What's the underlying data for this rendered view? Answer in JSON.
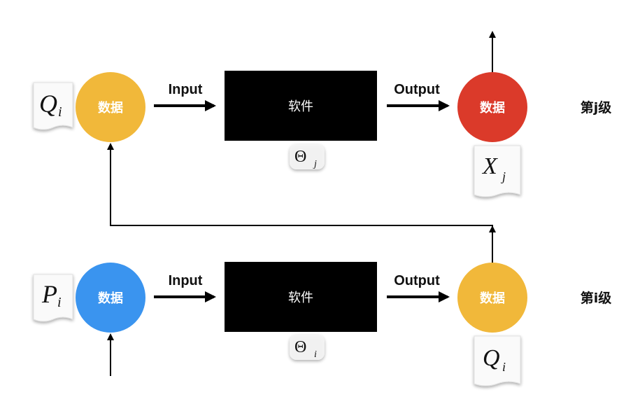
{
  "colors": {
    "data_yellow": "#F1B83A",
    "data_red": "#DB3A2A",
    "data_blue": "#3A94EF",
    "software_box": "#000000",
    "arrow": "#000000"
  },
  "top_row": {
    "input_tag": {
      "main": "Q",
      "sub": "i"
    },
    "input_circle_label": "数据",
    "input_arrow_label": "Input",
    "software_label": "软件",
    "param": {
      "main": "Θ",
      "sub": "j"
    },
    "output_arrow_label": "Output",
    "output_circle_label": "数据",
    "output_tag": {
      "main": "X",
      "sub": "j"
    },
    "level_label": "第j级"
  },
  "bottom_row": {
    "input_tag": {
      "main": "P",
      "sub": "i"
    },
    "input_circle_label": "数据",
    "input_arrow_label": "Input",
    "software_label": "软件",
    "param": {
      "main": "Θ",
      "sub": "i"
    },
    "output_arrow_label": "Output",
    "output_circle_label": "数据",
    "output_tag": {
      "main": "Q",
      "sub": "i"
    },
    "level_label": "第i级"
  }
}
